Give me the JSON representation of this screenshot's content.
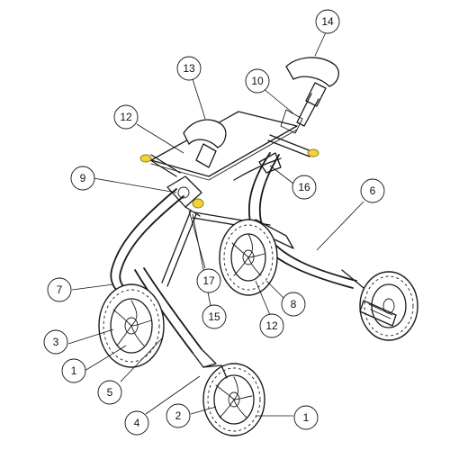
{
  "diagram": {
    "colors": {
      "line": "#1a1a1a",
      "accent_caps": "#f2d23a"
    },
    "callouts": [
      {
        "id": "c14",
        "label": "14"
      },
      {
        "id": "c13",
        "label": "13"
      },
      {
        "id": "c10",
        "label": "10"
      },
      {
        "id": "c12a",
        "label": "12"
      },
      {
        "id": "c9",
        "label": "9"
      },
      {
        "id": "c16",
        "label": "16"
      },
      {
        "id": "c6",
        "label": "6"
      },
      {
        "id": "c7",
        "label": "7"
      },
      {
        "id": "c17",
        "label": "17"
      },
      {
        "id": "c8",
        "label": "8"
      },
      {
        "id": "c3",
        "label": "3"
      },
      {
        "id": "c15",
        "label": "15"
      },
      {
        "id": "c12b",
        "label": "12"
      },
      {
        "id": "c1a",
        "label": "1"
      },
      {
        "id": "c5",
        "label": "5"
      },
      {
        "id": "c4",
        "label": "4"
      },
      {
        "id": "c2",
        "label": "2"
      },
      {
        "id": "c1b",
        "label": "1"
      }
    ]
  }
}
